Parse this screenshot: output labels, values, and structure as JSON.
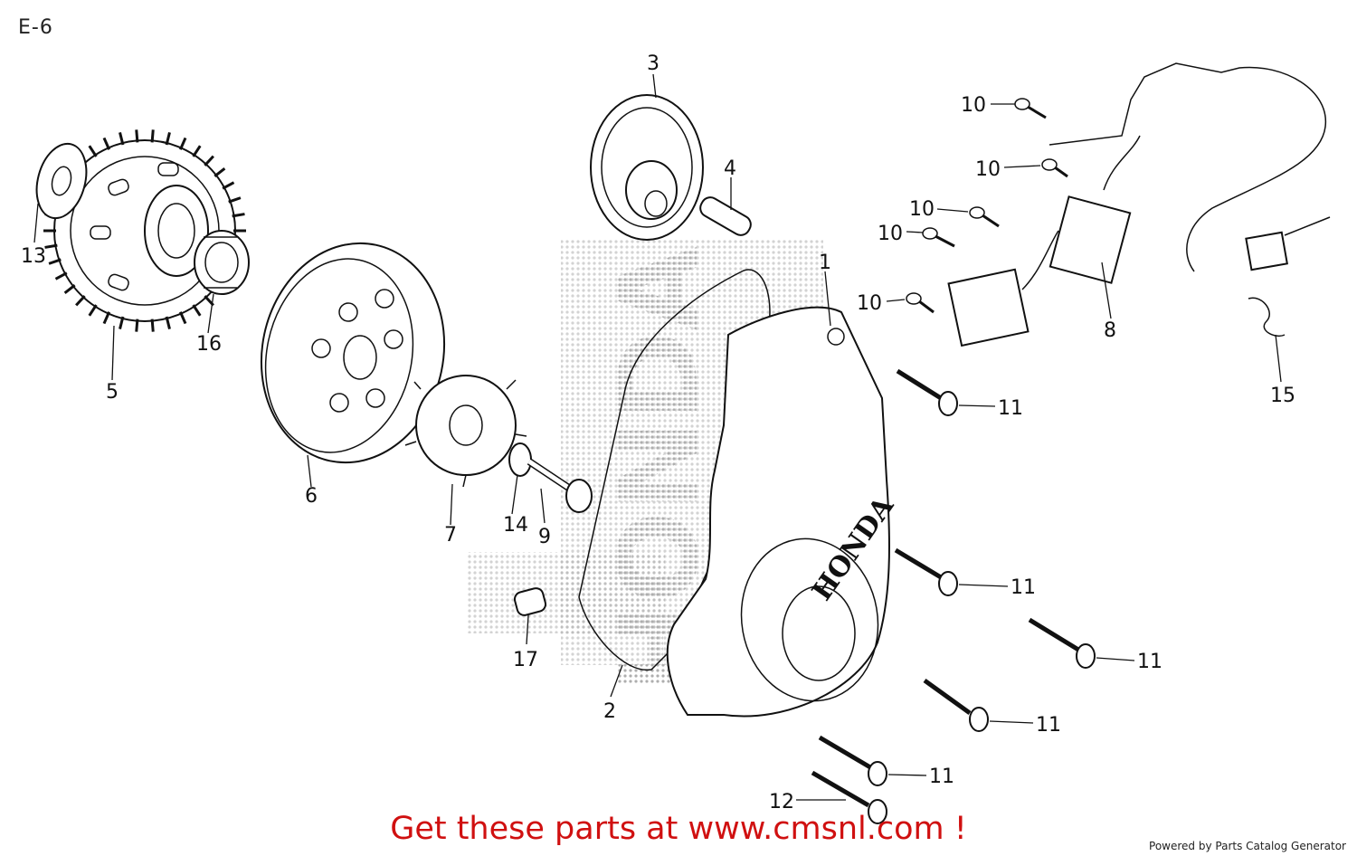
{
  "page": {
    "label": "E-6",
    "cta": "Get these parts at www.cmsnl.com !",
    "powered_by": "Powered by Parts Catalog Generator"
  },
  "watermark": "HONDA",
  "cover_logo": "HONDA",
  "callouts": [
    {
      "id": "c1",
      "label": "1"
    },
    {
      "id": "c2",
      "label": "2"
    },
    {
      "id": "c3",
      "label": "3"
    },
    {
      "id": "c4",
      "label": "4"
    },
    {
      "id": "c5",
      "label": "5"
    },
    {
      "id": "c6",
      "label": "6"
    },
    {
      "id": "c7",
      "label": "7"
    },
    {
      "id": "c8",
      "label": "8"
    },
    {
      "id": "c9",
      "label": "9"
    },
    {
      "id": "c10a",
      "label": "10"
    },
    {
      "id": "c10b",
      "label": "10"
    },
    {
      "id": "c10c",
      "label": "10"
    },
    {
      "id": "c10d",
      "label": "10"
    },
    {
      "id": "c10e",
      "label": "10"
    },
    {
      "id": "c11a",
      "label": "11"
    },
    {
      "id": "c11b",
      "label": "11"
    },
    {
      "id": "c11c",
      "label": "11"
    },
    {
      "id": "c11d",
      "label": "11"
    },
    {
      "id": "c11e",
      "label": "11"
    },
    {
      "id": "c12",
      "label": "12"
    },
    {
      "id": "c13",
      "label": "13"
    },
    {
      "id": "c14",
      "label": "14"
    },
    {
      "id": "c15",
      "label": "15"
    },
    {
      "id": "c16",
      "label": "16"
    },
    {
      "id": "c17",
      "label": "17"
    }
  ]
}
